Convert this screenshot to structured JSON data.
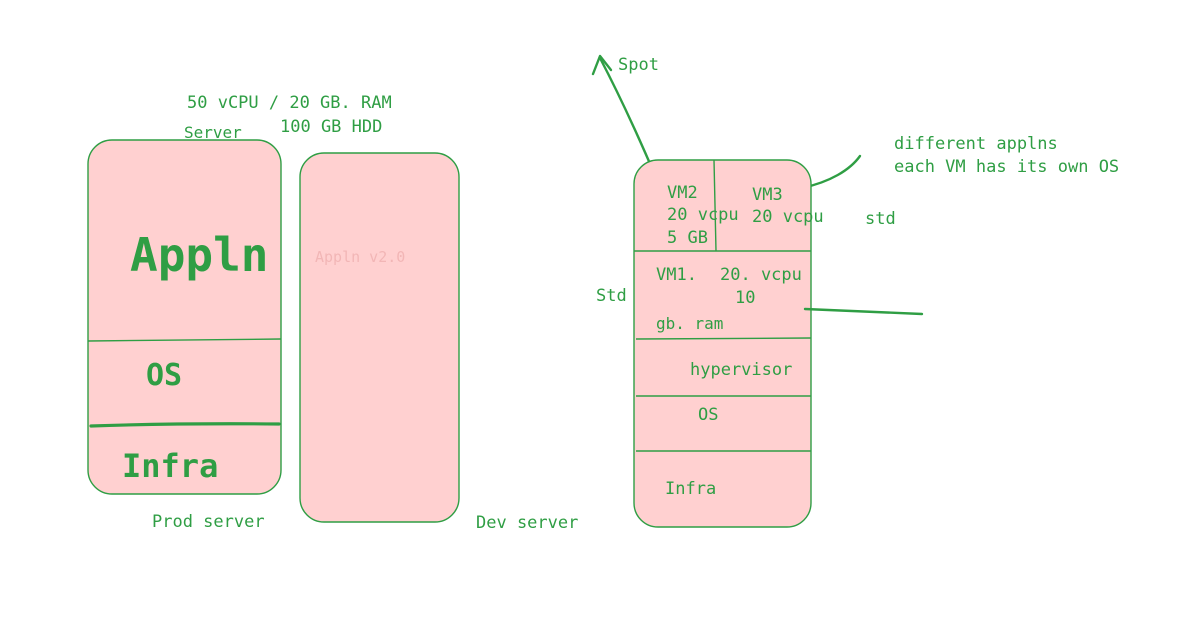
{
  "colors": {
    "stroke": "#2f9e44",
    "fill": "#ffd0d0",
    "faint_text": "#f2b6b6"
  },
  "left": {
    "spec_line1": "50 vCPU / 20 GB. RAM",
    "server_label": "Server",
    "spec_line2": "100 GB HDD",
    "prod_app": "Appln",
    "prod_os": "OS",
    "prod_infra": "Infra",
    "prod_caption": "Prod server",
    "dev_app": "Appln v2.0",
    "dev_caption": "Dev server"
  },
  "right": {
    "spot": "Spot",
    "note_line1": "different applns",
    "note_line2": "each VM has its own OS",
    "vm2_name": "VM2",
    "vm2_cpu": "20 vcpu",
    "vm2_ram": "5 GB",
    "vm3_name": "VM3",
    "vm3_cpu": "20 vcpu",
    "std_right": "std",
    "vm1_name": "VM1.",
    "vm1_cpu": "20. vcpu",
    "vm1_ram_num": "10",
    "vm1_ram_unit": "gb. ram",
    "std_left": "Std",
    "hypervisor": "hypervisor",
    "os": "OS",
    "infra": "Infra"
  }
}
